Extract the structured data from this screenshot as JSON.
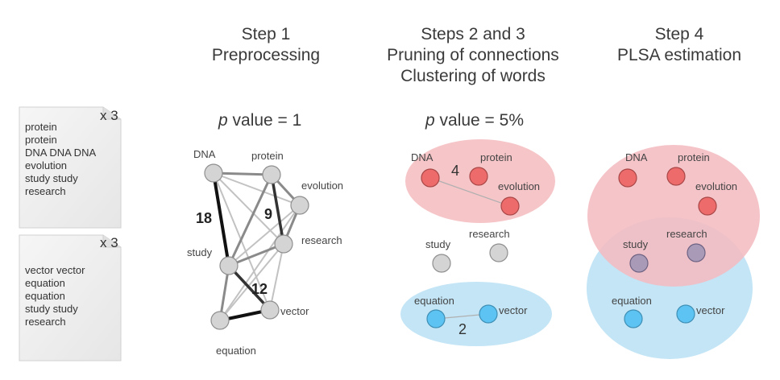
{
  "documents": [
    {
      "multiplier": "x 3",
      "lines": [
        "protein",
        "protein",
        "DNA DNA DNA",
        "evolution",
        "study study",
        "research"
      ]
    },
    {
      "multiplier": "x 3",
      "lines": [
        "vector vector",
        "equation",
        "equation",
        "study study",
        "research"
      ]
    }
  ],
  "steps": [
    {
      "title": "Step 1",
      "subtitle": "Preprocessing",
      "pvalue_symbol": "p",
      "pvalue_text": " value = 1"
    },
    {
      "title": "Steps 2 and 3",
      "subtitle": "Pruning of connections",
      "subtitle2": "Clustering of words",
      "pvalue_symbol": "p",
      "pvalue_text": " value = 5%"
    },
    {
      "title": "Step 4",
      "subtitle": "PLSA estimation"
    }
  ],
  "graph1": {
    "labels": {
      "dna": "DNA",
      "protein": "protein",
      "evolution": "evolution",
      "research": "research",
      "study": "study",
      "vector": "vector",
      "equation": "equation"
    },
    "edge_weights": {
      "dna_study": "18",
      "protein_research": "9",
      "study_vector": "12"
    }
  },
  "graph2": {
    "labels": {
      "dna": "DNA",
      "protein": "protein",
      "evolution": "evolution",
      "study": "study",
      "research": "research",
      "equation": "equation",
      "vector": "vector"
    },
    "edge_weights": {
      "dna_evolution": "4",
      "equation_vector": "2"
    }
  },
  "graph3": {
    "labels": {
      "dna": "DNA",
      "protein": "protein",
      "evolution": "evolution",
      "study": "study",
      "research": "research",
      "equation": "equation",
      "vector": "vector"
    }
  },
  "colors": {
    "node_gray": "#d4d4d4",
    "node_red": "#ee6b6b",
    "node_blue": "#5cc3f2",
    "node_purple": "#a99bb8",
    "cluster_red": "#f6c5c8",
    "cluster_blue": "#c3e5f6"
  }
}
